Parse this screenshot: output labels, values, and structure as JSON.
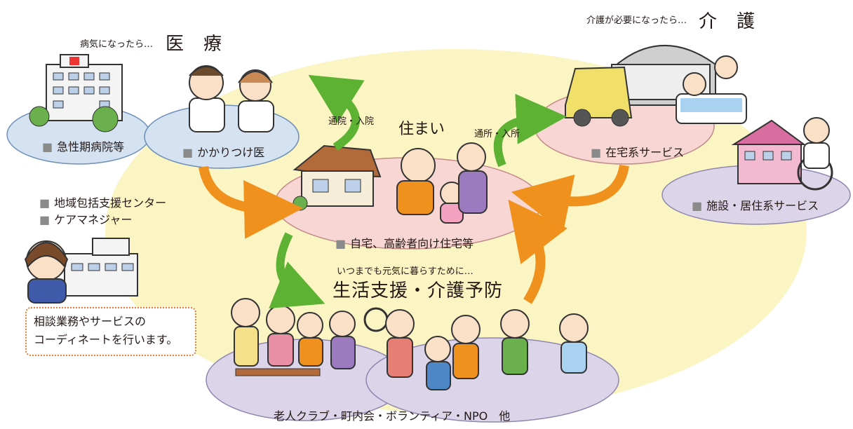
{
  "colors": {
    "background_ellipse": "#fbf5c4",
    "pink_ellipse": "#f7d6d4",
    "blue_ellipse": "#d5e2f2",
    "purple_ellipse": "#dcd5ea",
    "green_arrow": "#5db233",
    "orange_arrow": "#f0911e",
    "note_border": "#e47a2a"
  },
  "medical": {
    "prefix": "病気になったら…",
    "heading": "医　療",
    "hospital_label": "急性期病院等",
    "doctor_label": "かかりつけ医"
  },
  "care": {
    "prefix": "介護が必要になったら…",
    "heading": "介　護",
    "home_service_label": "在宅系サービス",
    "facility_label": "施設・居住系サービス"
  },
  "housing": {
    "heading": "住まい",
    "label": "自宅、高齢者向け住宅等"
  },
  "arrows": {
    "to_medical": "通院・入院",
    "to_care": "通所・入所"
  },
  "support": {
    "center_label": "地域包括支援センター",
    "manager_label": "ケアマネジャー",
    "note_line1": "相談業務やサービスの",
    "note_line2": "コーディネートを行います。"
  },
  "prevention": {
    "prefix": "いつまでも元気に暮らすために…",
    "heading": "生活支援・介護予防",
    "label": "老人クラブ・町内会・ボランティア・NPO　他"
  },
  "bullet": "■"
}
